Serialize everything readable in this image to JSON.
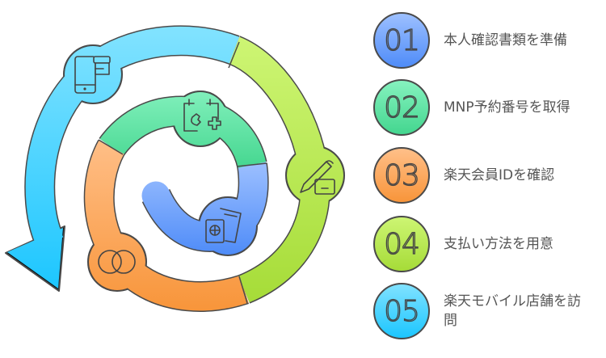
{
  "steps": [
    {
      "number": "01",
      "label": "本人確認書類を準備",
      "color_top": "#9dc0ff",
      "color_bottom": "#4f8cf8"
    },
    {
      "number": "02",
      "label": "MNP予約番号を取得",
      "color_top": "#86f2bf",
      "color_bottom": "#44d68f"
    },
    {
      "number": "03",
      "label": "楽天会員IDを確認",
      "color_top": "#ffbf88",
      "color_bottom": "#f8953a"
    },
    {
      "number": "04",
      "label": "支払い方法を用意",
      "color_top": "#cdf573",
      "color_bottom": "#a6dc38"
    },
    {
      "number": "05",
      "label": "楽天モバイル店舗を訪問",
      "color_top": "#80e2ff",
      "color_bottom": "#1cc6ff"
    }
  ],
  "icons": [
    "documents-passport-icon",
    "calendar-phone-add-icon",
    "linked-rings-icon",
    "pen-card-icon",
    "phone-store-icon"
  ]
}
